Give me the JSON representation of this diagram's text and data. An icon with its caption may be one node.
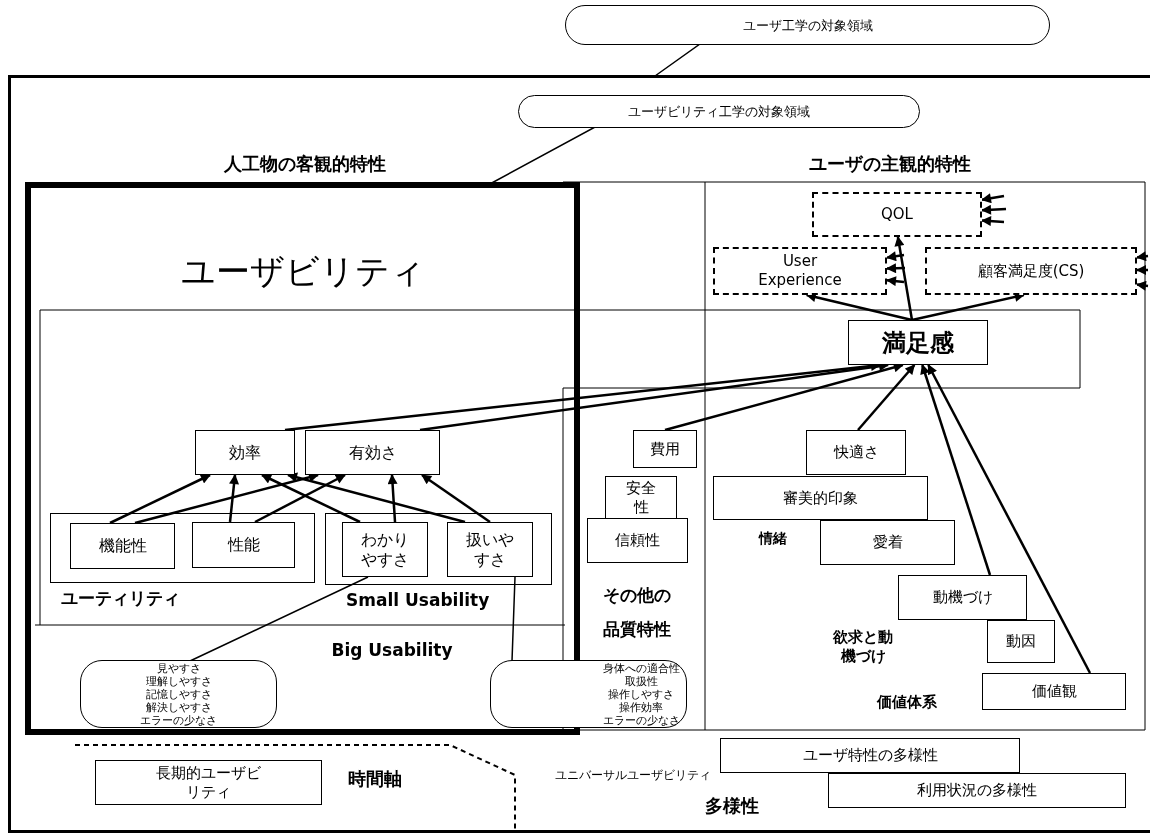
{
  "diagram": {
    "nodes": [
      {
        "text": [
          "ユーザ工学の対象領域"
        ]
      },
      {
        "text": [],
        "shape": "box"
      },
      {
        "text": [
          "ユーザビリティ工学の対象領域"
        ],
        "in": 1
      },
      {
        "text": [
          "ユーザビリティ"
        ],
        "in": 1
      },
      {
        "text": [
          "効率"
        ],
        "in": 3
      },
      {
        "text": [
          "有効さ"
        ],
        "in": 3
      },
      {
        "text": [
          "ユーティリティ"
        ],
        "in": 3
      },
      {
        "text": [
          "機能性"
        ],
        "in": 6
      },
      {
        "text": [
          "性能"
        ],
        "in": 6
      },
      {
        "text": [
          "Small Usability"
        ],
        "in": 3
      },
      {
        "text": [
          "わかりやすさ"
        ],
        "in": 9
      },
      {
        "text": [
          "扱いやすさ"
        ],
        "in": 9
      },
      {
        "text": [
          "見やすさ",
          "理解しやすさ",
          "記憶しやすさ",
          "解決しやすさ",
          "エラーの少なさ"
        ],
        "in": 3
      },
      {
        "text": [
          "身体への適合性",
          "取扱性",
          "操作しやすさ",
          "操作効率",
          "エラーの少なさ"
        ],
        "in": 1
      },
      {
        "text": [
          "費用"
        ],
        "in": 1
      },
      {
        "text": [
          "安全性"
        ],
        "in": 1
      },
      {
        "text": [
          "信頼性"
        ],
        "in": 1
      },
      {
        "text": [
          "QOL"
        ],
        "in": 1
      },
      {
        "text": [
          "User Experience"
        ],
        "in": 1
      },
      {
        "text": [
          "顧客満足度(CS)"
        ],
        "in": 1
      },
      {
        "text": [
          "満足感"
        ],
        "in": 1
      },
      {
        "text": [
          "快適さ"
        ],
        "in": 1
      },
      {
        "text": [
          "審美的印象"
        ],
        "in": 1
      },
      {
        "text": [
          "愛着"
        ],
        "in": 1
      },
      {
        "text": [
          "動機づけ"
        ],
        "in": 1
      },
      {
        "text": [
          "動因"
        ],
        "in": 1
      },
      {
        "text": [
          "価値観"
        ],
        "in": 1
      },
      {
        "text": [
          "長期的ユーザビリティ"
        ],
        "in": 1
      },
      {
        "text": [
          "ユーザ特性の多様性"
        ],
        "in": 1
      },
      {
        "text": [
          "利用状況の多様性"
        ],
        "in": 1
      }
    ],
    "edges": [
      {
        "from": 0,
        "to": 1,
        "arrow": "none"
      },
      {
        "from": 2,
        "to": 3,
        "arrow": "none"
      },
      {
        "from": 12,
        "to": 10,
        "arrow": "none"
      },
      {
        "from": 13,
        "to": 11,
        "arrow": "none"
      },
      {
        "from": 7,
        "to": 4,
        "arrow": "to"
      },
      {
        "from": 7,
        "to": 5,
        "arrow": "to"
      },
      {
        "from": 8,
        "to": 4,
        "arrow": "to"
      },
      {
        "from": 8,
        "to": 5,
        "arrow": "to"
      },
      {
        "from": 10,
        "to": 4,
        "arrow": "to"
      },
      {
        "from": 10,
        "to": 5,
        "arrow": "to"
      },
      {
        "from": 11,
        "to": 4,
        "arrow": "to"
      },
      {
        "from": 11,
        "to": 5,
        "arrow": "to"
      },
      {
        "from": 4,
        "to": 20,
        "arrow": "to"
      },
      {
        "from": 5,
        "to": 20,
        "arrow": "to"
      },
      {
        "from": 14,
        "to": 20,
        "arrow": "to"
      },
      {
        "from": 21,
        "to": 20,
        "arrow": "to"
      },
      {
        "from": 24,
        "to": 20,
        "arrow": "to"
      },
      {
        "from": 26,
        "to": 20,
        "arrow": "to"
      },
      {
        "from": 20,
        "to": 18,
        "arrow": "to"
      },
      {
        "from": 20,
        "to": 17,
        "arrow": "to"
      },
      {
        "from": 20,
        "to": 19,
        "arrow": "to"
      },
      {
        "from": null,
        "to": 17,
        "arrow": "to"
      },
      {
        "from": null,
        "to": 17,
        "arrow": "to"
      },
      {
        "from": null,
        "to": 17,
        "arrow": "to"
      },
      {
        "from": null,
        "to": 18,
        "arrow": "to"
      },
      {
        "from": null,
        "to": 18,
        "arrow": "to"
      },
      {
        "from": null,
        "to": 18,
        "arrow": "to"
      },
      {
        "from": null,
        "to": 19,
        "arrow": "to"
      },
      {
        "from": null,
        "to": 19,
        "arrow": "to"
      },
      {
        "from": null,
        "to": 19,
        "arrow": "to"
      }
    ],
    "labels": [
      "人工物の客観的特性",
      "ユーザの主観的特性",
      "Big Usability",
      "その他の品質特性",
      "情緒",
      "欲求と動機づけ",
      "価値体系",
      "時間軸",
      "ユニバーサルユーザビリティ",
      "多様性"
    ]
  }
}
